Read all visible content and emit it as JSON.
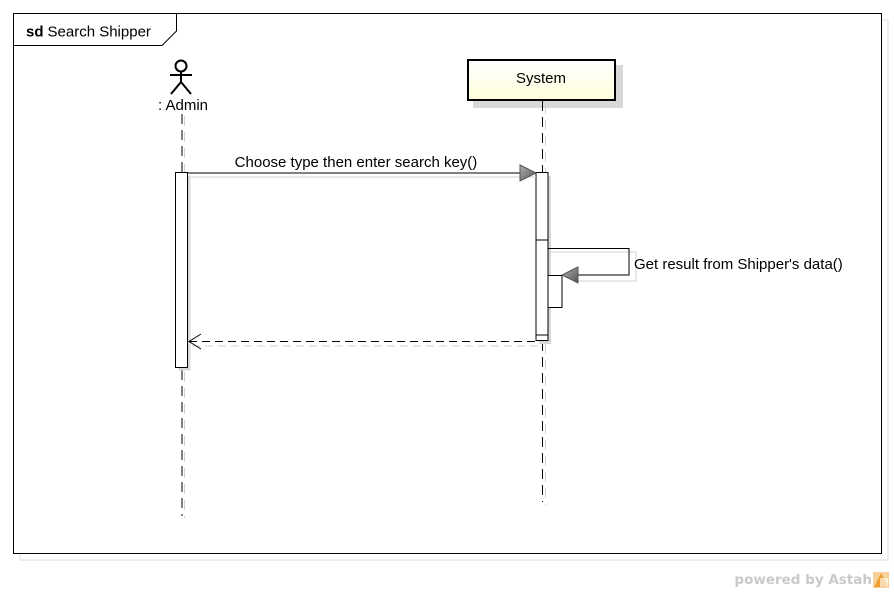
{
  "frame": {
    "keyword": "sd",
    "name": "Search Shipper"
  },
  "lifelines": [
    {
      "id": "admin",
      "kind": "actor",
      "label": ": Admin"
    },
    {
      "id": "system",
      "kind": "object",
      "label": "System"
    }
  ],
  "messages": [
    {
      "from": "admin",
      "to": "system",
      "kind": "sync",
      "label": "Choose type then enter search key()"
    },
    {
      "from": "system",
      "to": "system",
      "kind": "self",
      "label": "Get result from Shipper's data()"
    },
    {
      "from": "system",
      "to": "admin",
      "kind": "return",
      "label": ""
    }
  ],
  "watermark": {
    "text": "powered by Astah"
  },
  "colors": {
    "object_fill": "#ffffdc",
    "object_border": "#000000",
    "shadow": "#d8d8d8",
    "arrow_head": "#808080"
  }
}
